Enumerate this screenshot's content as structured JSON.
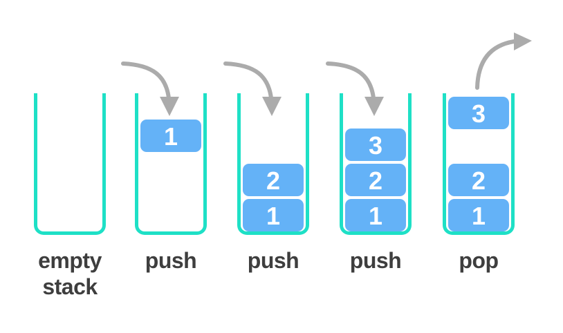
{
  "diagram": {
    "subject": "stack push/pop operations",
    "colors": {
      "container_border": "#1ee0c6",
      "box_fill": "#64b2f7",
      "box_text": "#ffffff",
      "arrow": "#ababab",
      "label_text": "#3e3e3e",
      "background": "#ffffff"
    },
    "stacks": [
      {
        "label": "empty stack",
        "boxes": []
      },
      {
        "label": "push",
        "boxes": [
          "1"
        ]
      },
      {
        "label": "push",
        "boxes": [
          "2",
          "1"
        ]
      },
      {
        "label": "push",
        "boxes": [
          "3",
          "2",
          "1"
        ]
      },
      {
        "label": "pop",
        "boxes": [
          "3",
          "2",
          "1"
        ]
      }
    ]
  }
}
